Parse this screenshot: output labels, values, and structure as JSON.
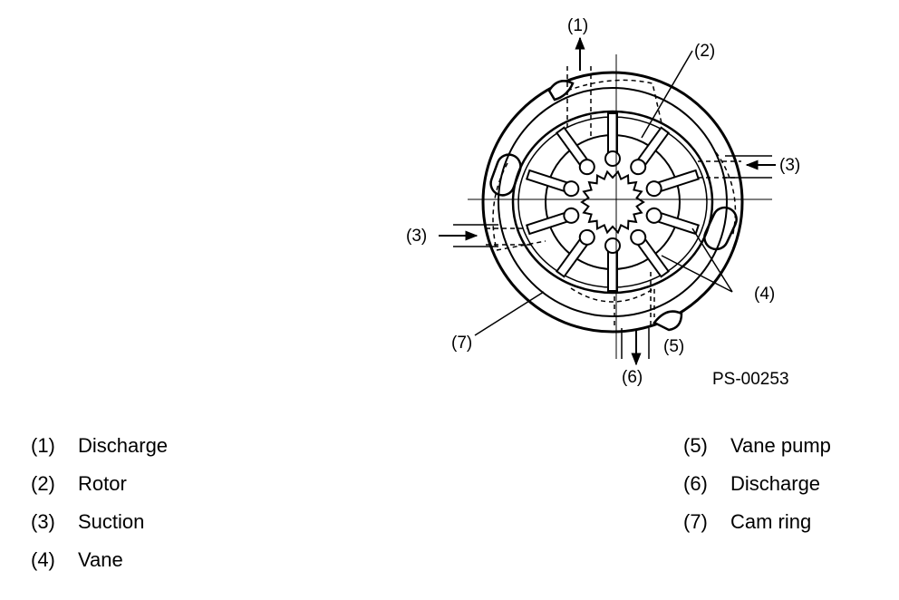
{
  "figure_code": "PS-00253",
  "callouts": {
    "c1": "(1)",
    "c2": "(2)",
    "c3_right": "(3)",
    "c3_left": "(3)",
    "c4": "(4)",
    "c5": "(5)",
    "c6": "(6)",
    "c7": "(7)"
  },
  "legend_left": [
    {
      "num": "(1)",
      "label": "Discharge"
    },
    {
      "num": "(2)",
      "label": "Rotor"
    },
    {
      "num": "(3)",
      "label": "Suction"
    },
    {
      "num": "(4)",
      "label": "Vane"
    }
  ],
  "legend_right": [
    {
      "num": "(5)",
      "label": "Vane pump"
    },
    {
      "num": "(6)",
      "label": "Discharge"
    },
    {
      "num": "(7)",
      "label": "Cam ring"
    }
  ]
}
